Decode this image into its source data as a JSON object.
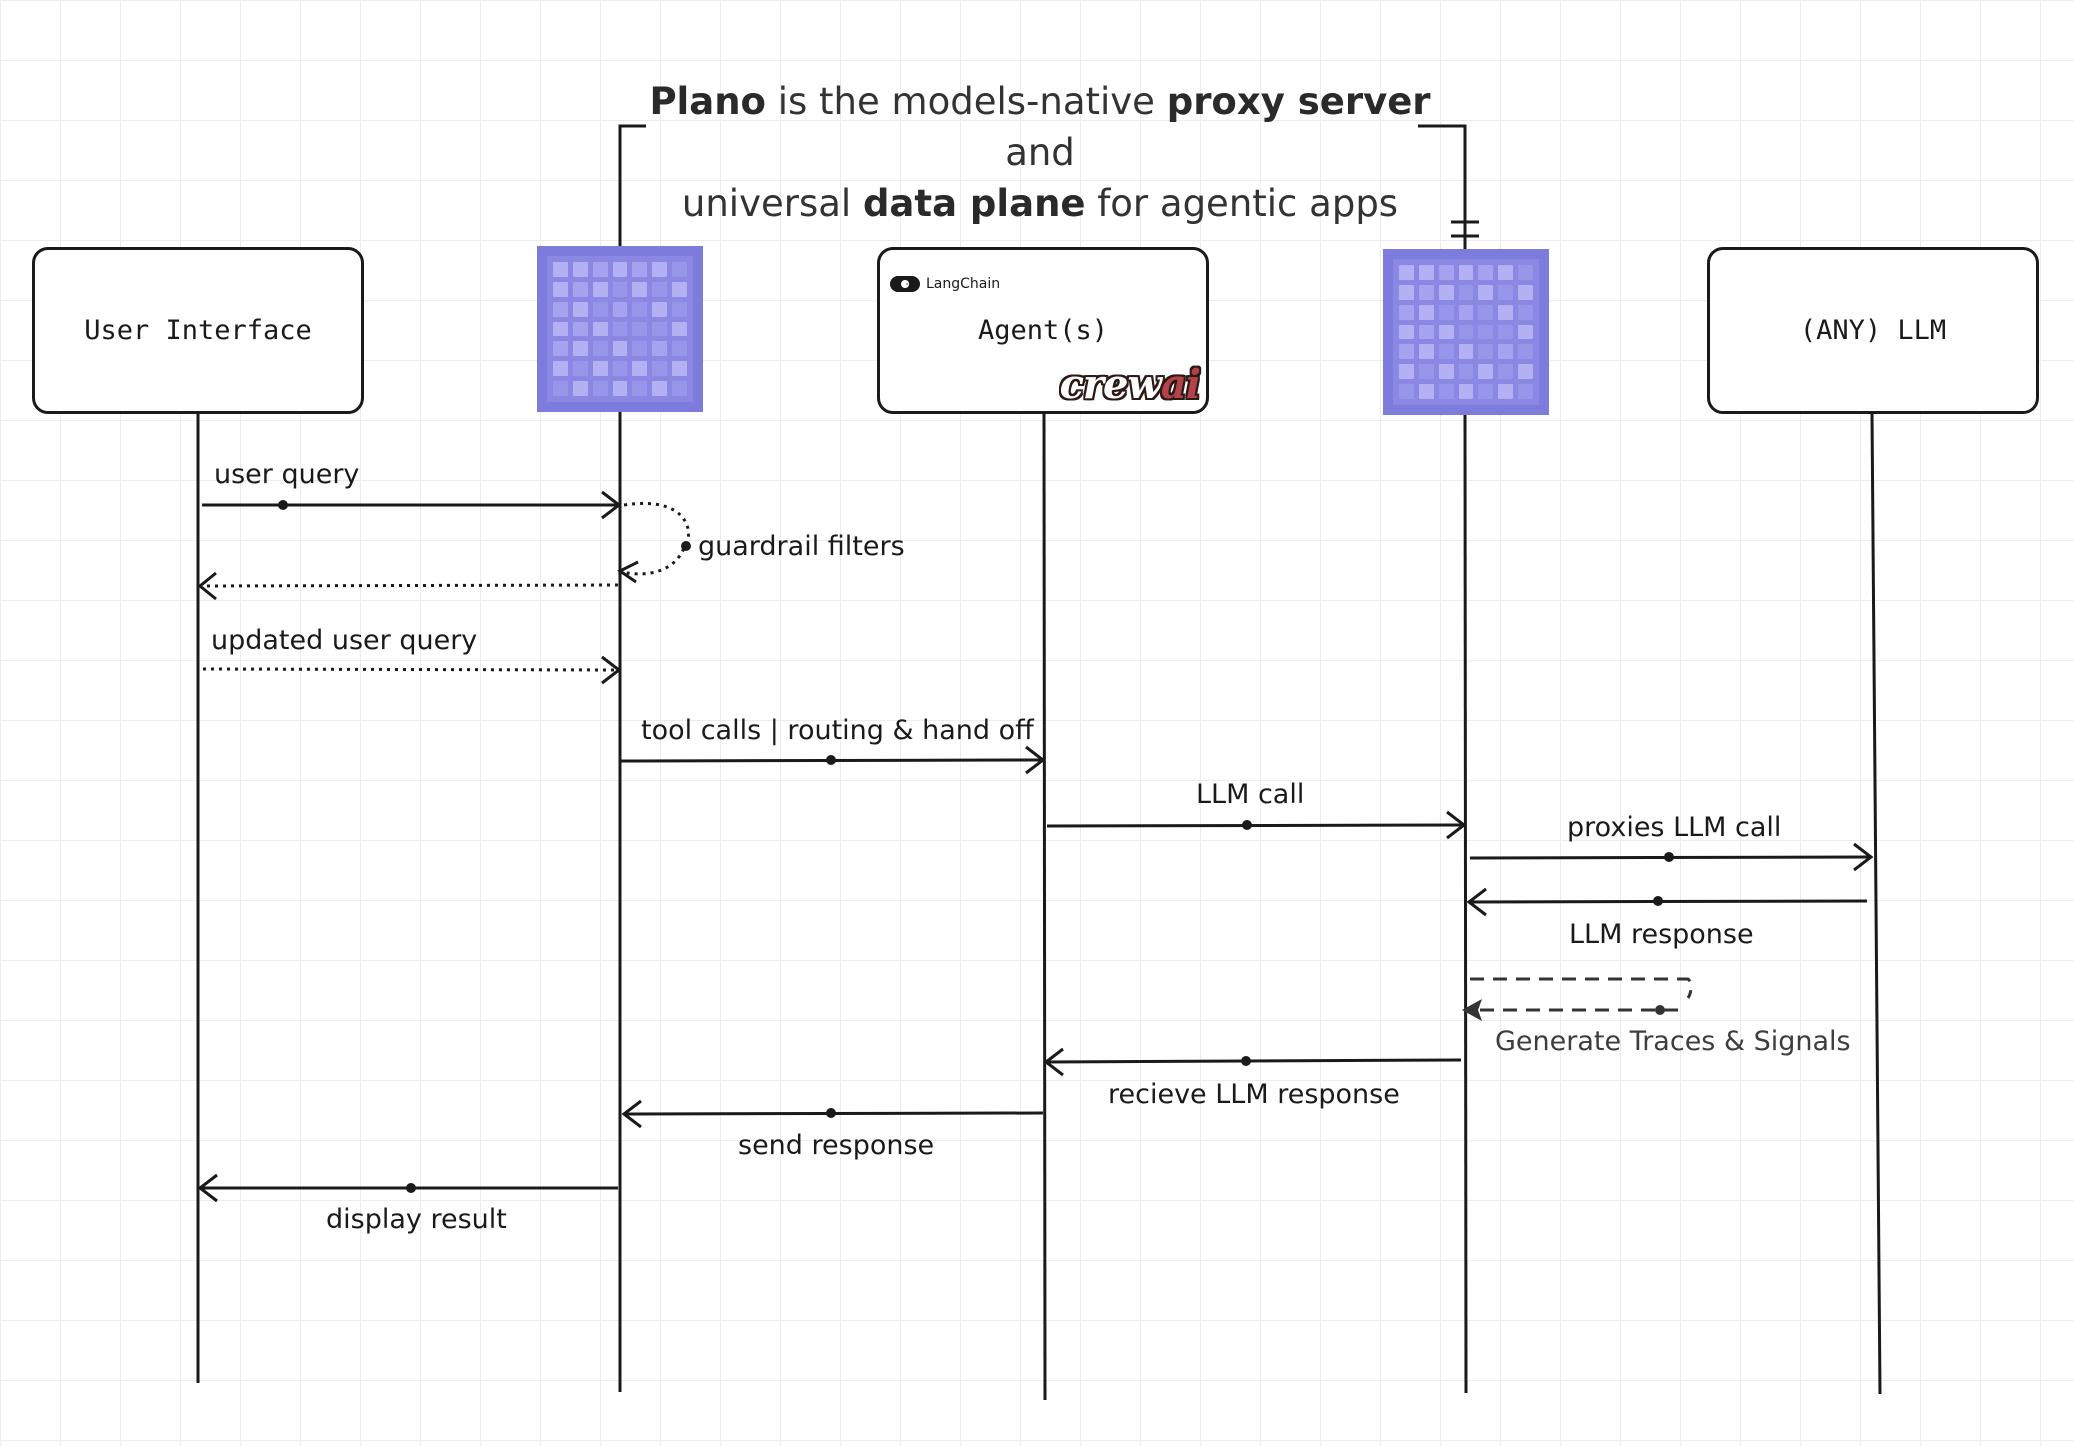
{
  "title": {
    "line1_bold_a": "Plano",
    "line1_mid": " is the models-native ",
    "line1_bold_b": "proxy server",
    "line1_end": " and",
    "line2_start": "universal ",
    "line2_bold": "data plane",
    "line2_end": " for agentic apps"
  },
  "actors": {
    "user_interface": "User Interface",
    "plano_left": "Plano",
    "agents": "Agent(s)",
    "plano_right": "Plano",
    "llm": "(ANY) LLM"
  },
  "agent_logos": {
    "langchain": "LangChain",
    "crewai_a": "crew",
    "crewai_b": "ai"
  },
  "messages": {
    "user_query": "user query",
    "guardrail_filters": "guardrail filters",
    "updated_user_query": "updated user query",
    "tool_calls": "tool calls | routing & hand off",
    "llm_call": "LLM call",
    "proxies_llm_call": "proxies LLM call",
    "llm_response": "LLM response",
    "generate_traces": "Generate Traces & Signals",
    "recieve_llm_response": "recieve LLM response",
    "send_response": "send response",
    "display_result": "display result"
  },
  "colors": {
    "plano_tile": "#8a88e2",
    "line": "#1a1a1a",
    "grid": "#ececec"
  }
}
